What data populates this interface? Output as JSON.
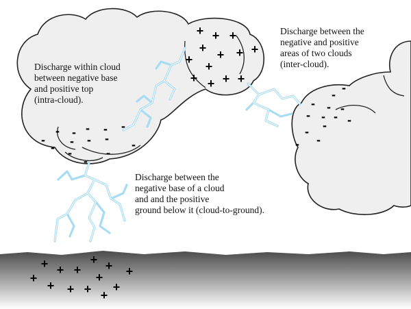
{
  "labels": {
    "intra_cloud": "Discharge within cloud\nbetween negative base\nand positive top\n(intra-cloud).",
    "inter_cloud": "Discharge between the\nnegative and positive\nareas of two clouds\n(inter-cloud).",
    "cloud_to_ground": "Discharge between the\nnegative base of a cloud\nand and the positive\nground below it (cloud-to-ground)."
  },
  "symbols": {
    "positive": "+",
    "negative": "-"
  },
  "colors": {
    "cloud_fill": "#efefef",
    "cloud_stroke": "#222222",
    "lightning": "#a8dcf4",
    "lightning_core": "#ffffff",
    "ground_top": "#4a4a4a",
    "ground_bottom": "#ffffff"
  }
}
